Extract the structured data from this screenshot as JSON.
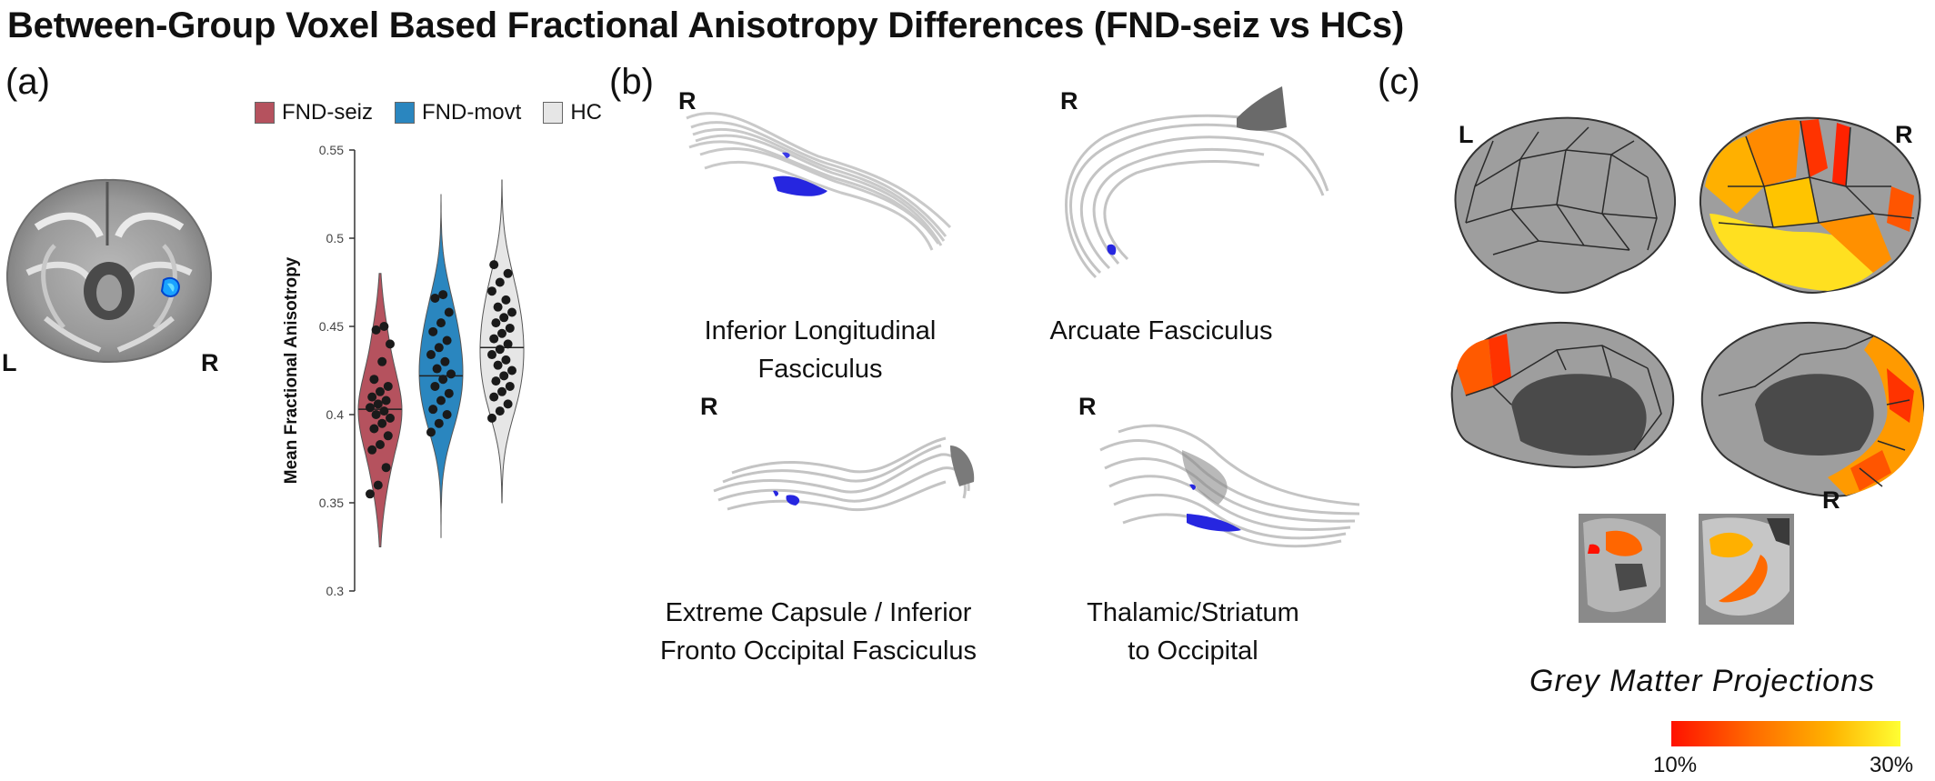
{
  "title": "Between-Group Voxel Based Fractional Anisotropy Differences (FND-seiz vs HCs)",
  "panels": {
    "a": "(a)",
    "b": "(b)",
    "c": "(c)"
  },
  "orientation": {
    "L": "L",
    "R": "R"
  },
  "legend": [
    {
      "label": "FND-seiz",
      "color": "#b5525e"
    },
    {
      "label": "FND-movt",
      "color": "#2a86bf"
    },
    {
      "label": "HC",
      "color": "#e6e6e6"
    }
  ],
  "chart_data": {
    "type": "violin",
    "ylabel": "Mean Fractional Anisotropy",
    "xlabel": "",
    "ylim": [
      0.3,
      0.55
    ],
    "yticks": [
      "0.3",
      "0.35",
      "0.4",
      "0.45",
      "0.5",
      "0.55"
    ],
    "series": [
      {
        "name": "FND-seiz",
        "color": "#b5525e",
        "median": 0.403,
        "range": [
          0.325,
          0.48
        ],
        "values": [
          0.355,
          0.36,
          0.37,
          0.38,
          0.383,
          0.388,
          0.392,
          0.395,
          0.398,
          0.4,
          0.402,
          0.404,
          0.406,
          0.408,
          0.41,
          0.413,
          0.416,
          0.42,
          0.43,
          0.44,
          0.448,
          0.45
        ]
      },
      {
        "name": "FND-movt",
        "color": "#2a86bf",
        "median": 0.422,
        "range": [
          0.33,
          0.525
        ],
        "values": [
          0.39,
          0.395,
          0.4,
          0.403,
          0.408,
          0.412,
          0.416,
          0.42,
          0.423,
          0.426,
          0.43,
          0.434,
          0.438,
          0.442,
          0.447,
          0.452,
          0.458,
          0.466,
          0.468
        ]
      },
      {
        "name": "HC",
        "color": "#e6e6e6",
        "median": 0.438,
        "range": [
          0.35,
          0.533
        ],
        "values": [
          0.398,
          0.402,
          0.406,
          0.41,
          0.413,
          0.416,
          0.419,
          0.422,
          0.425,
          0.428,
          0.431,
          0.434,
          0.437,
          0.44,
          0.443,
          0.446,
          0.449,
          0.452,
          0.455,
          0.458,
          0.461,
          0.465,
          0.47,
          0.475,
          0.48,
          0.485
        ]
      }
    ]
  },
  "tracts": [
    {
      "label": "Inferior Longitudinal\nFasciculus"
    },
    {
      "label": "Arcuate Fasciculus"
    },
    {
      "label": "Extreme Capsule / Inferior\nFronto Occipital Fasciculus"
    },
    {
      "label": "Thalamic/Striatum\nto Occipital"
    }
  ],
  "grey_matter": {
    "title": "Grey Matter Projections",
    "colorbar_min": "10%",
    "colorbar_max": "30%",
    "colors": [
      "#ff1100",
      "#ff6a00",
      "#ffb400",
      "#ffff33"
    ]
  }
}
